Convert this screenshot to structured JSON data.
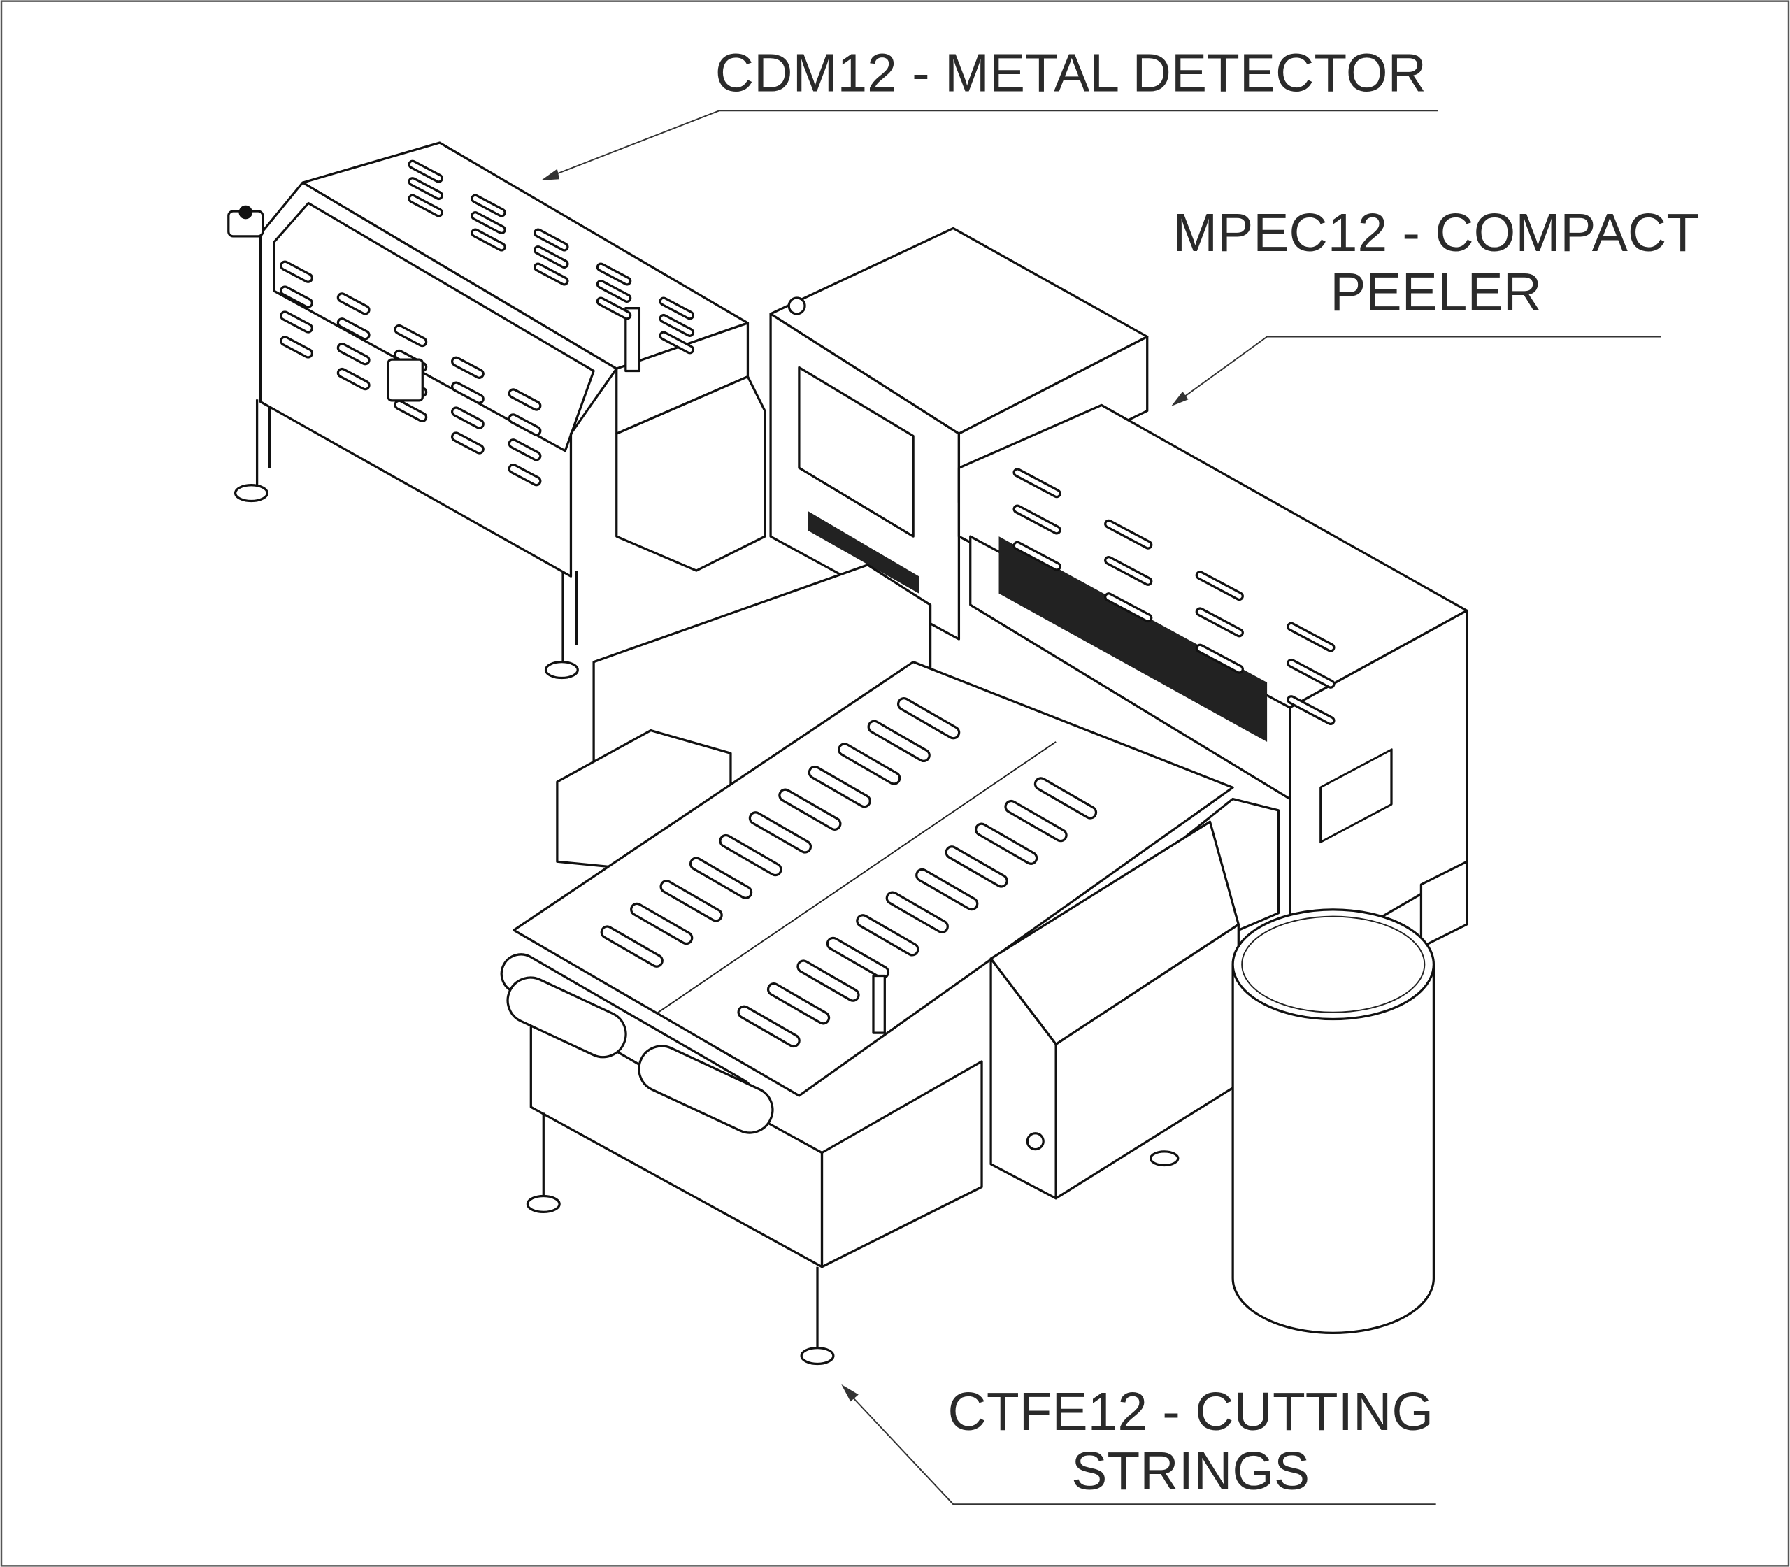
{
  "labels": {
    "metal_detector": "CDM12 - METAL DETECTOR",
    "peeler_line1": "MPEC12 - COMPACT",
    "peeler_line2": "PEELER",
    "cutting_line1": "CTFE12 - CUTTING",
    "cutting_line2": "STRINGS"
  },
  "colors": {
    "line": "#111111",
    "text": "#2a2a2a",
    "border": "#555555"
  }
}
